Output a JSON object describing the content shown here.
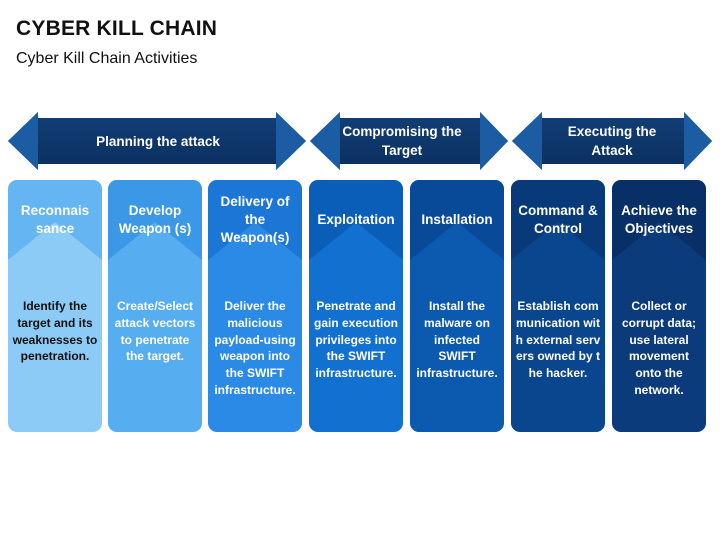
{
  "title": "CYBER KILL CHAIN",
  "subtitle": "Cyber Kill Chain Activities",
  "phases": [
    {
      "label": "Planning the attack"
    },
    {
      "label": "Compromising the Target"
    },
    {
      "label": "Executing the Attack"
    }
  ],
  "colors": {
    "phase_arrow": "#0d3a6e",
    "phase_arrow_shade": "#1b5ca3",
    "card1": "#7fc4f6",
    "card2": "#4aa6ec",
    "card3": "#1f84e2",
    "card4": "#0e63c4",
    "card5": "#0a4fa0",
    "card6": "#0a3f80",
    "card7": "#0c3470"
  },
  "stages": [
    {
      "title": "Reconnais sance",
      "desc": "Identify the target and its weaknesses to penetration."
    },
    {
      "title": "Develop Weapon (s)",
      "desc": "Create/Select attack vectors to penetrate the target."
    },
    {
      "title": "Delivery of the Weapon(s)",
      "desc": "Deliver the malicious payload-using weapon into the SWIFT infrastructure."
    },
    {
      "title": "Exploitation",
      "desc": "Penetrate and gain execution privileges into the SWIFT infrastructure."
    },
    {
      "title": "Installation",
      "desc": "Install the malware on infected SWIFT infrastructure."
    },
    {
      "title": "Command & Control",
      "desc": "Establish communication with external servers owned by the hacker."
    },
    {
      "title": "Achieve the Objectives",
      "desc": "Collect or corrupt data; use lateral movement onto the network."
    }
  ]
}
